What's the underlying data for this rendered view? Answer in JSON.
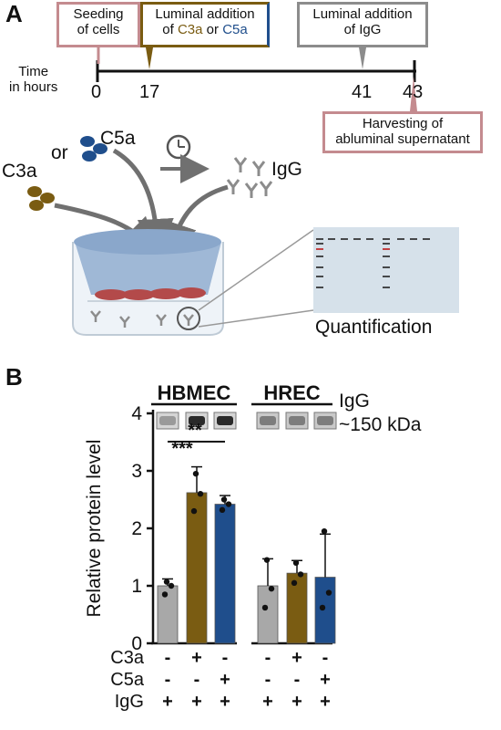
{
  "panel_a": {
    "letter": "A",
    "boxes": {
      "seeding_line1": "Seeding",
      "seeding_line2": "of cells",
      "luminal_c3a_c5a_line1": "Luminal addition",
      "luminal_c3a_c5a_prefix": "of ",
      "luminal_c3a_c5a_c3a": "C3a",
      "luminal_c3a_c5a_or": " or ",
      "luminal_c3a_c5a_c5a": "C5a",
      "luminal_igg_line1": "Luminal addition",
      "luminal_igg_line2": "of IgG",
      "harvest_line1": "Harvesting of",
      "harvest_line2": "abluminal supernatant"
    },
    "timeline": {
      "label_line1": "Time",
      "label_line2": "in hours",
      "ticks": [
        "0",
        "17",
        "41",
        "43"
      ]
    },
    "illustration": {
      "c3a": "C3a",
      "or": "or",
      "c5a": "C5a",
      "igg": "IgG",
      "quantification": "Quantification"
    },
    "colors": {
      "seeding_border": "#c48b8f",
      "c3a_border": "#7a5c12",
      "c5a_border": "#1f4e8c",
      "igg_border": "#8c8c8c",
      "harvest_border": "#c48b8f",
      "c3a_text": "#7a5c12",
      "c5a_text": "#1f4e8c",
      "well_blue": "#9fb8d6",
      "cells_red": "#b34a4a",
      "blot_bg": "#d6e1ea"
    }
  },
  "panel_b": {
    "letter": "B",
    "blot_label_line1": "IgG",
    "blot_label_line2": "~150 kDa",
    "significance": [
      "***",
      "**"
    ],
    "row_labels": [
      "C3a",
      "C5a",
      "IgG"
    ],
    "row_signs": [
      [
        "-",
        "+",
        "-",
        "-",
        "+",
        "-"
      ],
      [
        "-",
        "-",
        "+",
        "-",
        "-",
        "+"
      ],
      [
        "+",
        "+",
        "+",
        "+",
        "+",
        "+"
      ]
    ]
  },
  "chart_data": {
    "type": "bar",
    "ylabel": "Relative protein level",
    "ylim": [
      0,
      4
    ],
    "yticks": [
      "0",
      "1",
      "2",
      "3",
      "4"
    ],
    "groups": [
      {
        "name": "HBMEC",
        "bars": [
          {
            "value": 1.0,
            "err": 0.12,
            "color": "#a8a8a8",
            "points": [
              0.85,
              1.0,
              1.07
            ]
          },
          {
            "value": 2.62,
            "err": 0.45,
            "color": "#7a5c12",
            "points": [
              2.3,
              2.6,
              2.95
            ]
          },
          {
            "value": 2.42,
            "err": 0.15,
            "color": "#1f4e8c",
            "points": [
              2.32,
              2.42,
              2.5
            ]
          }
        ]
      },
      {
        "name": "HREC",
        "bars": [
          {
            "value": 1.0,
            "err": 0.47,
            "color": "#a8a8a8",
            "points": [
              0.62,
              0.95,
              1.45
            ]
          },
          {
            "value": 1.22,
            "err": 0.22,
            "color": "#7a5c12",
            "points": [
              1.05,
              1.2,
              1.4
            ]
          },
          {
            "value": 1.15,
            "err": 0.75,
            "color": "#1f4e8c",
            "points": [
              0.62,
              0.88,
              1.95
            ]
          }
        ]
      }
    ],
    "grid": false,
    "legend": "none"
  }
}
